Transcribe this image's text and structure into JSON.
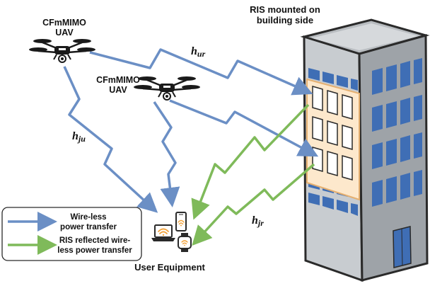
{
  "uav1": {
    "label_line1": "CFmMIMO",
    "label_line2": "UAV"
  },
  "uav2": {
    "label_line1": "CFmMIMO",
    "label_line2": "UAV"
  },
  "building": {
    "label_line1": "RIS mounted on",
    "label_line2": "building side"
  },
  "channels": {
    "h_ur": {
      "base": "h",
      "sub": "ur"
    },
    "h_ju": {
      "base": "h",
      "sub": "ju"
    },
    "h_jr": {
      "base": "h",
      "sub": "jr"
    }
  },
  "legend": {
    "item1_line1": "Wire-less",
    "item1_line2": "power transfer",
    "item2_line1": "RIS reflected wire-",
    "item2_line2": "less power transfer"
  },
  "user_equipment": {
    "label": "User Equipment"
  },
  "colors": {
    "wpt_arrow": "#6b8fc5",
    "ris_arrow": "#7fba5a",
    "ris_panel": "#fde8cc",
    "ris_border": "#e6b070",
    "building_front": "#c8ccd0",
    "building_side": "#9ea3a8",
    "window": "#3f6eb5"
  },
  "icons": [
    "drone-icon",
    "laptop-icon",
    "phone-icon",
    "smartwatch-icon",
    "wifi-icon",
    "door-icon"
  ]
}
